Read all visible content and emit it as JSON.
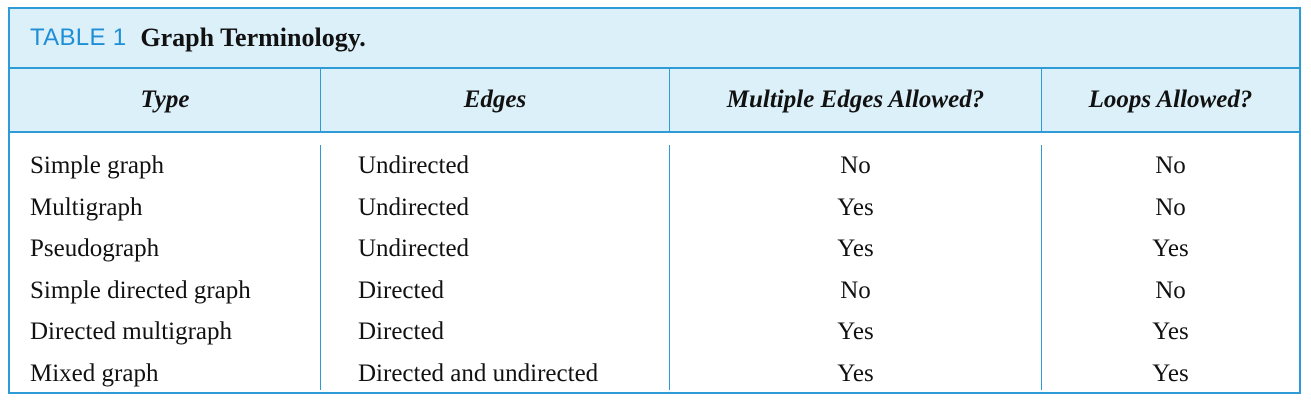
{
  "caption": {
    "label": "TABLE 1",
    "title": "Graph Terminology."
  },
  "headers": [
    "Type",
    "Edges",
    "Multiple Edges Allowed?",
    "Loops Allowed?"
  ],
  "rows": [
    {
      "type": "Simple graph",
      "edges": "Undirected",
      "multiple": "No",
      "loops": "No"
    },
    {
      "type": "Multigraph",
      "edges": "Undirected",
      "multiple": "Yes",
      "loops": "No"
    },
    {
      "type": "Pseudograph",
      "edges": "Undirected",
      "multiple": "Yes",
      "loops": "Yes"
    },
    {
      "type": "Simple directed graph",
      "edges": "Directed",
      "multiple": "No",
      "loops": "No"
    },
    {
      "type": "Directed multigraph",
      "edges": "Directed",
      "multiple": "Yes",
      "loops": "Yes"
    },
    {
      "type": "Mixed graph",
      "edges": "Directed and undirected",
      "multiple": "Yes",
      "loops": "Yes"
    }
  ],
  "colors": {
    "accent": "#2e9ad6",
    "header_bg": "#dcf0fa",
    "label": "#1e8fd6"
  }
}
